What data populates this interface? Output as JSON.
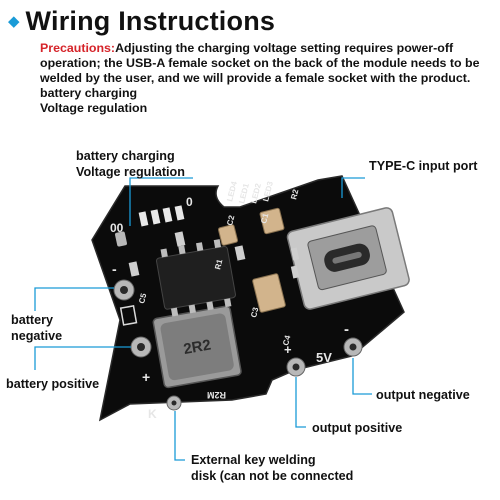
{
  "header": {
    "title": "Wiring Instructions",
    "precautions_label": "Precautions:",
    "precautions_text": "Adjusting the charging voltage setting requires power-off operation; the USB-A female socket on the back of the module needs to be welded by the user, and we will provide a female socket with the product.",
    "extra_line_1": "battery charging",
    "extra_line_2": "Voltage regulation"
  },
  "labels": {
    "battery_charging_line1": "battery charging",
    "battery_charging_line2": "Voltage regulation",
    "typec": "TYPE-C input port",
    "battery_negative_line1": "battery",
    "battery_negative_line2": "negative",
    "battery_positive": "battery positive",
    "output_negative": "output negative",
    "output_positive": "output positive",
    "key_line1": "External key welding",
    "key_line2": "disk (can not be connected"
  },
  "silkscreen": {
    "led1": "LED1",
    "led2": "LED2",
    "led3": "LED3",
    "led4": "LED4",
    "c1": "C1",
    "c2": "C2",
    "c3": "C3",
    "c4": "C4",
    "c5": "C5",
    "r1": "R1",
    "r2": "R2",
    "r2m": "R2M",
    "dial_0": "0",
    "dial_00": "00",
    "out_5v": "5V",
    "plus": "+",
    "minus": "-",
    "key_k": "K",
    "inductor": "2R2"
  },
  "colors": {
    "accent": "#1a9bd7",
    "warning": "#d6242a",
    "board": "#0b0b0b"
  }
}
